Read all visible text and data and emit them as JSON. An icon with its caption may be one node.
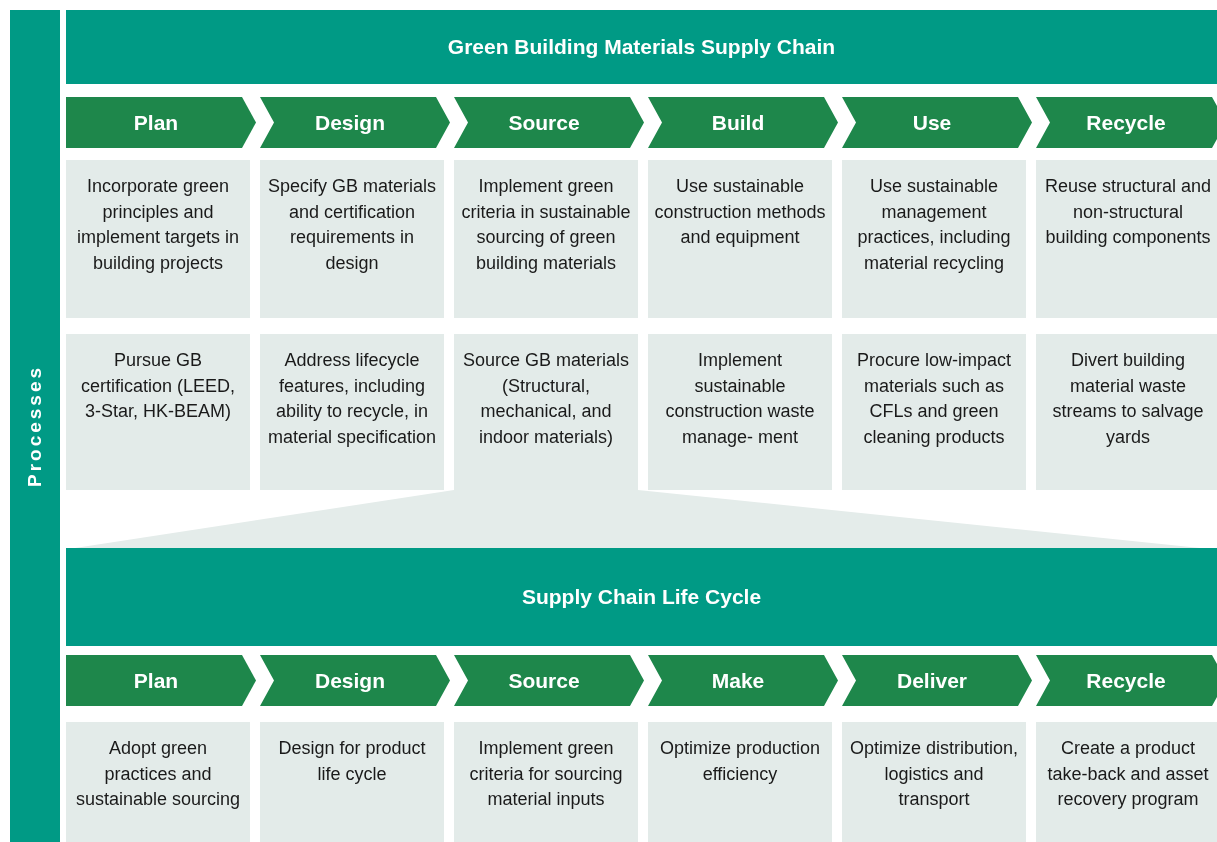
{
  "diagram": {
    "nodes": [
      {
        "text": [
          "Processes"
        ]
      },
      {
        "text": [
          "Green Building Materials Supply Chain"
        ]
      },
      {
        "text": [
          "Plan"
        ]
      },
      {
        "text": [
          "Design"
        ]
      },
      {
        "text": [
          "Source"
        ]
      },
      {
        "text": [
          "Build"
        ]
      },
      {
        "text": [
          "Use"
        ]
      },
      {
        "text": [
          "Recycle"
        ]
      },
      {
        "text": [
          "Incorporate green principles and implement targets in building projects"
        ]
      },
      {
        "text": [
          "Specify GB materials and certification requirements in design"
        ]
      },
      {
        "text": [
          "Implement green criteria in sustainable sourcing of green building materials"
        ]
      },
      {
        "text": [
          "Use sustainable construction methods and equipment"
        ]
      },
      {
        "text": [
          "Use sustainable management practices, including material recycling"
        ]
      },
      {
        "text": [
          "Reuse structural and non-structural building components"
        ]
      },
      {
        "text": [
          "Pursue GB certification (LEED, 3-Star, HK-BEAM)"
        ]
      },
      {
        "text": [
          "Address lifecycle features, including ability to recycle, in material specification"
        ]
      },
      {
        "text": [
          "Source GB materials (Structural, mechanical, and indoor materials)"
        ]
      },
      {
        "text": [
          "Implement sustainable construction waste manage- ment"
        ]
      },
      {
        "text": [
          "Procure low-impact materials such as CFLs and green cleaning products"
        ]
      },
      {
        "text": [
          "Divert building material waste streams to salvage yards"
        ]
      },
      {
        "text": [
          "Supply Chain Life Cycle"
        ]
      },
      {
        "text": [
          "Plan"
        ]
      },
      {
        "text": [
          "Design"
        ]
      },
      {
        "text": [
          "Source"
        ]
      },
      {
        "text": [
          "Make"
        ]
      },
      {
        "text": [
          "Deliver"
        ]
      },
      {
        "text": [
          "Recycle"
        ]
      },
      {
        "text": [
          "Adopt green practices and sustainable sourcing"
        ]
      },
      {
        "text": [
          "Design for product life cycle"
        ]
      },
      {
        "text": [
          "Implement green criteria for sourcing material inputs"
        ]
      },
      {
        "text": [
          "Optimize production efficiency"
        ]
      },
      {
        "text": [
          "Optimize distribution, logistics and transport"
        ]
      },
      {
        "text": [
          "Create a product take-back and asset recovery program"
        ]
      },
      {
        "text": [],
        "shape": "trapezoid"
      }
    ]
  }
}
